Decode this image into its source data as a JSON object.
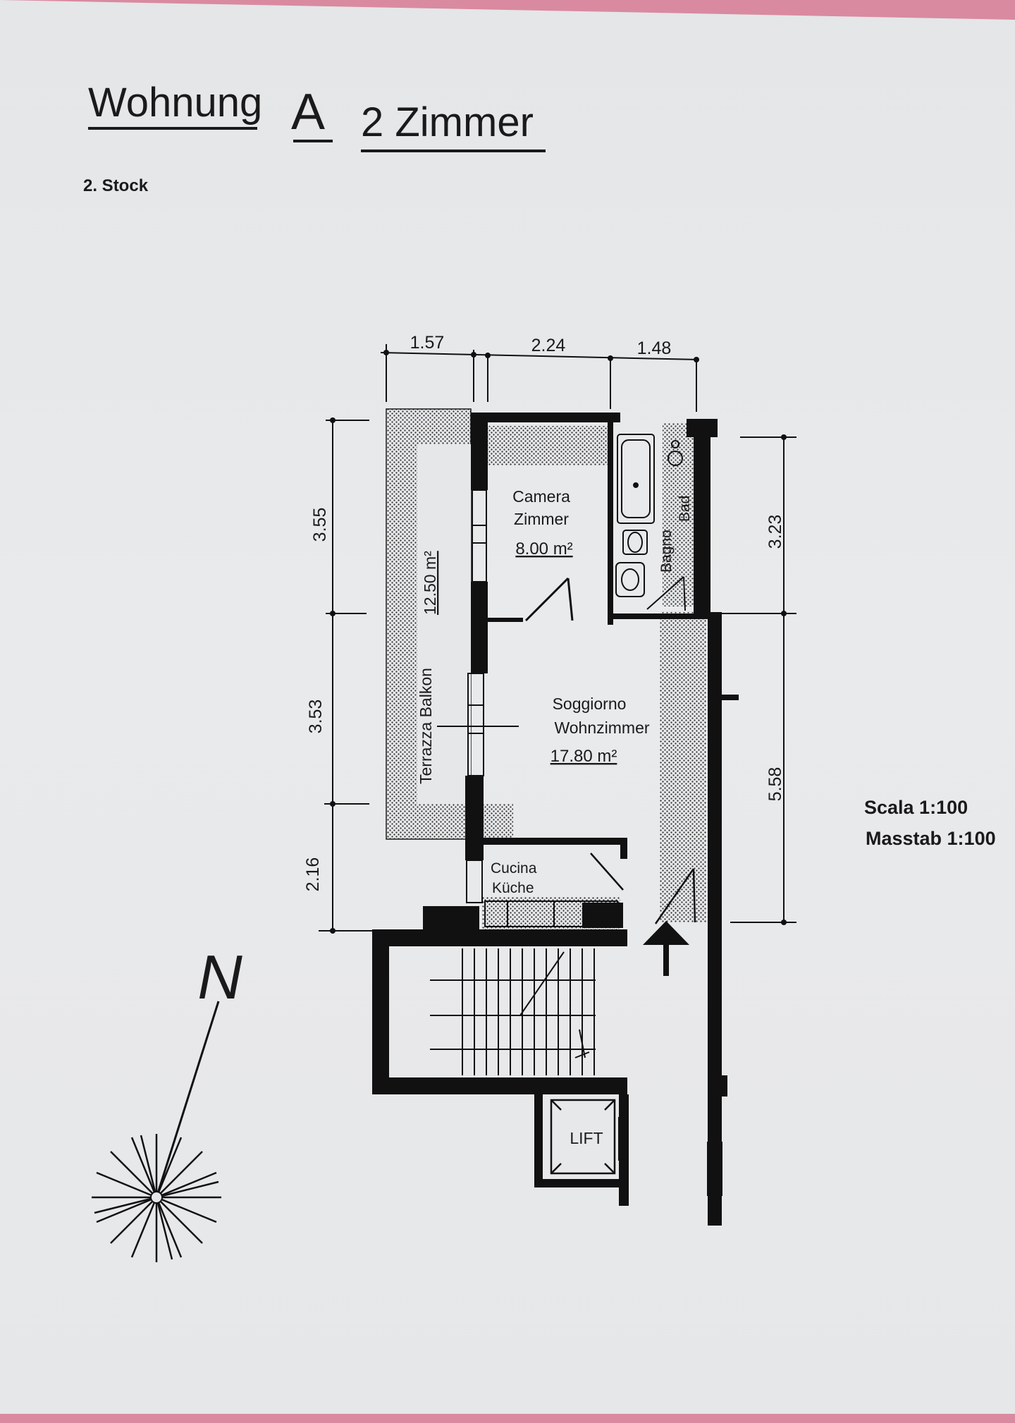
{
  "header": {
    "title_word": "Wohnung",
    "title_letter": "A",
    "title_rooms": "2 Zimmer",
    "floor": "2. Stock"
  },
  "scale": {
    "line1": "Scala 1:100",
    "line2": "Masstab 1:100"
  },
  "dimensions": {
    "top": [
      "1.57",
      "2.24",
      "1.48"
    ],
    "left": [
      "3.55",
      "3.53",
      "2.16"
    ],
    "right": [
      "3.23",
      "5.58"
    ]
  },
  "rooms": {
    "camera": {
      "line1": "Camera",
      "line2": "Zimmer",
      "area": "8.00 m²"
    },
    "bagno": {
      "line1": "Bagno",
      "line2": "Bad"
    },
    "soggiorno": {
      "line1": "Soggiorno",
      "line2": "Wohnzimmer",
      "area": "17.80 m²"
    },
    "terrazza": {
      "label": "Terrazza  Balkon",
      "area": "12.50 m²"
    },
    "cucina": {
      "line1": "Cucina",
      "line2": "Küche"
    },
    "lift": "LIFT"
  },
  "compass": {
    "north": "N"
  },
  "colors": {
    "paper": "#e6e7e9",
    "ink": "#1a1a1a",
    "background": "#d98aa0"
  }
}
